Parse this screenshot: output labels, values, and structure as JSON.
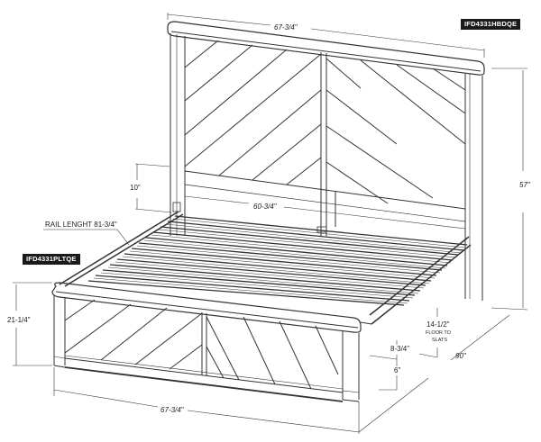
{
  "diagram": {
    "subject": "Bed frame dimension drawing",
    "part_codes": {
      "headboard": "IFD4331HBDQE",
      "footboard_rails": "IFD4331PLTQE"
    },
    "dimensions": {
      "headboard_width": "67-3/4\"",
      "headboard_height": "57\"",
      "headboard_clearance": "10\"",
      "inner_width": "60-3/4\"",
      "rail_length": "RAIL LENGHT 81-3/4\"",
      "footboard_height": "21-1/4\"",
      "floor_to_slats": "14-1/2\"",
      "floor_to_slats_note_line1": "FLOOR TO",
      "floor_to_slats_note_line2": "SLATS",
      "rail_height": "8-3/4\"",
      "leg_clearance": "6\"",
      "overall_length": "90\"",
      "footboard_width": "67-3/4\""
    },
    "colors": {
      "line": "#333333",
      "tag_bg": "#1a1a1a",
      "tag_text": "#ffffff"
    }
  }
}
